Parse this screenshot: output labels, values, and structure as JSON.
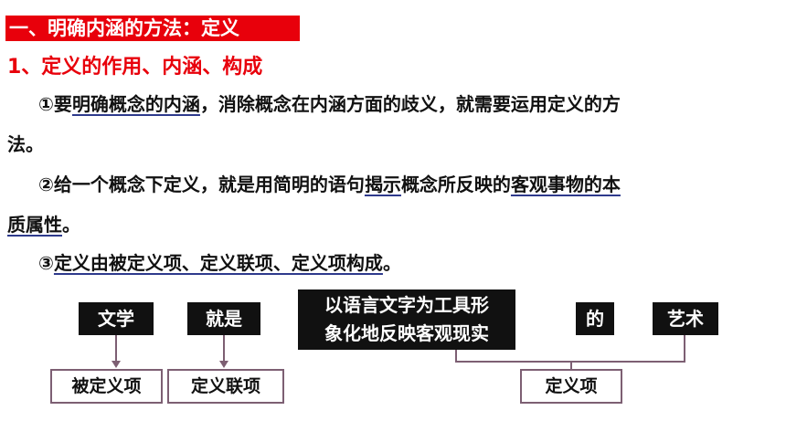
{
  "section_title": "一、明确内涵的方法：定义",
  "subtitle": "1、定义的作用、内涵、构成",
  "paragraphs": {
    "p1": {
      "prefix": "①要",
      "underlined": "明确概念的内涵",
      "rest": "，消除概念在内涵方面的歧义，就需要运用定义的方",
      "line2": "法。"
    },
    "p2": {
      "prefix": "②给一个概念下定义，就是用简明的语句",
      "ul1": "揭示",
      "mid": "概念所反映的",
      "ul2": "客观事物的本",
      "ul3": "质属性",
      "end": "。"
    },
    "p3": {
      "prefix": "③",
      "underlined": "定义由被定义项、定义联项、定义项构成",
      "end": "。"
    }
  },
  "diagram": {
    "term": "文学",
    "copula": "就是",
    "definiens_line1": "以语言文字为工具形",
    "definiens_line2": "象化地反映客观现实",
    "particle": "的",
    "genus": "艺术",
    "label_defined": "被定义项",
    "label_copula": "定义联项",
    "label_definiens": "定义项"
  },
  "colors": {
    "accent_red": "#e8000b",
    "underline_blue": "#2e3a8c",
    "connector": "#7d5f73"
  }
}
